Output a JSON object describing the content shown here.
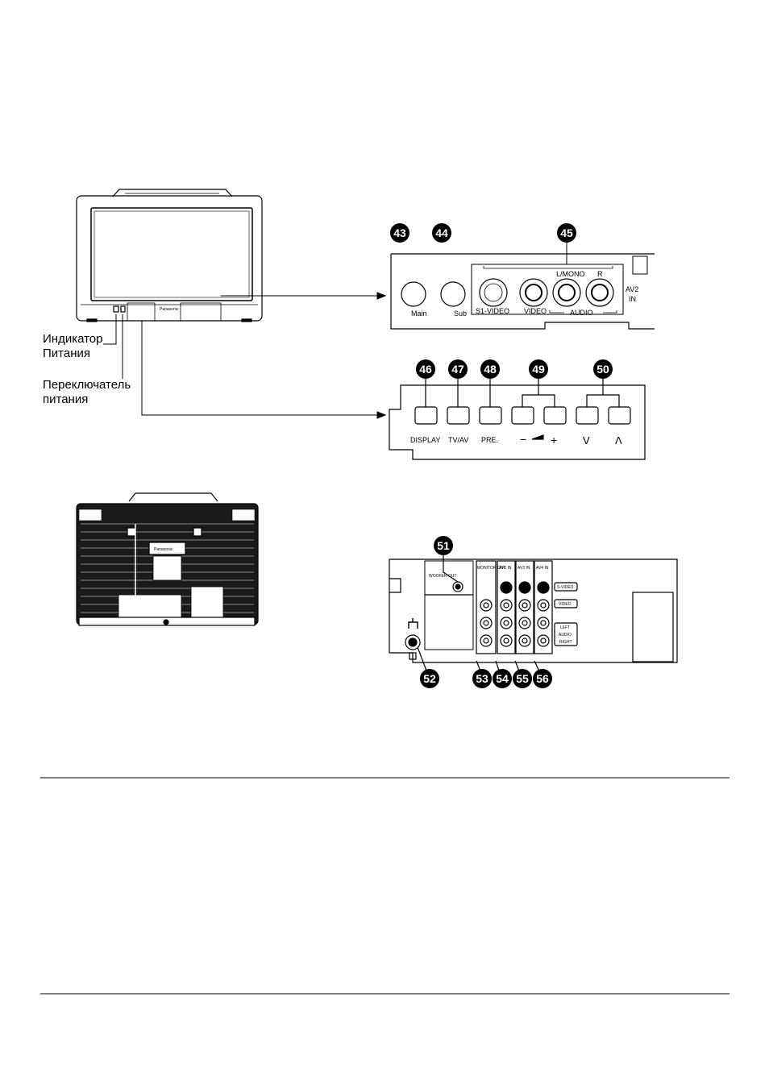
{
  "labels": {
    "power_indicator": [
      "Индикатор",
      "Питания"
    ],
    "power_switch": [
      "Переключатель",
      "питания"
    ],
    "brand": "Panasonic"
  },
  "front_jacks": {
    "main": "Main",
    "sub": "Sub",
    "s_video": "S1-VIDEO",
    "video": "VIDEO",
    "l_mono": "L/MONO",
    "r": "R",
    "audio": "AUDIO",
    "av2": "AV2",
    "in": "IN"
  },
  "front_buttons": {
    "display": "DISPLAY",
    "tvav": "TV/AV",
    "pre": "PRE.",
    "minus": "−",
    "plus": "+",
    "down": "V",
    "up": "Λ"
  },
  "rear_panel": {
    "woofer": "WOOFER OUT",
    "monitor_out": "MONITOR OUT",
    "av1_in": "AV1 IN",
    "av3_in": "AV3 IN",
    "av4_in": "AV4 IN",
    "s_video": "S-VIDEO",
    "video": "VIDEO",
    "left": "LEFT",
    "audio": "AUDIO",
    "right": "RIGHT"
  },
  "callouts": {
    "n43": "43",
    "n44": "44",
    "n45": "45",
    "n46": "46",
    "n47": "47",
    "n48": "48",
    "n49": "49",
    "n50": "50",
    "n51": "51",
    "n52": "52",
    "n53": "53",
    "n54": "54",
    "n55": "55",
    "n56": "56"
  }
}
